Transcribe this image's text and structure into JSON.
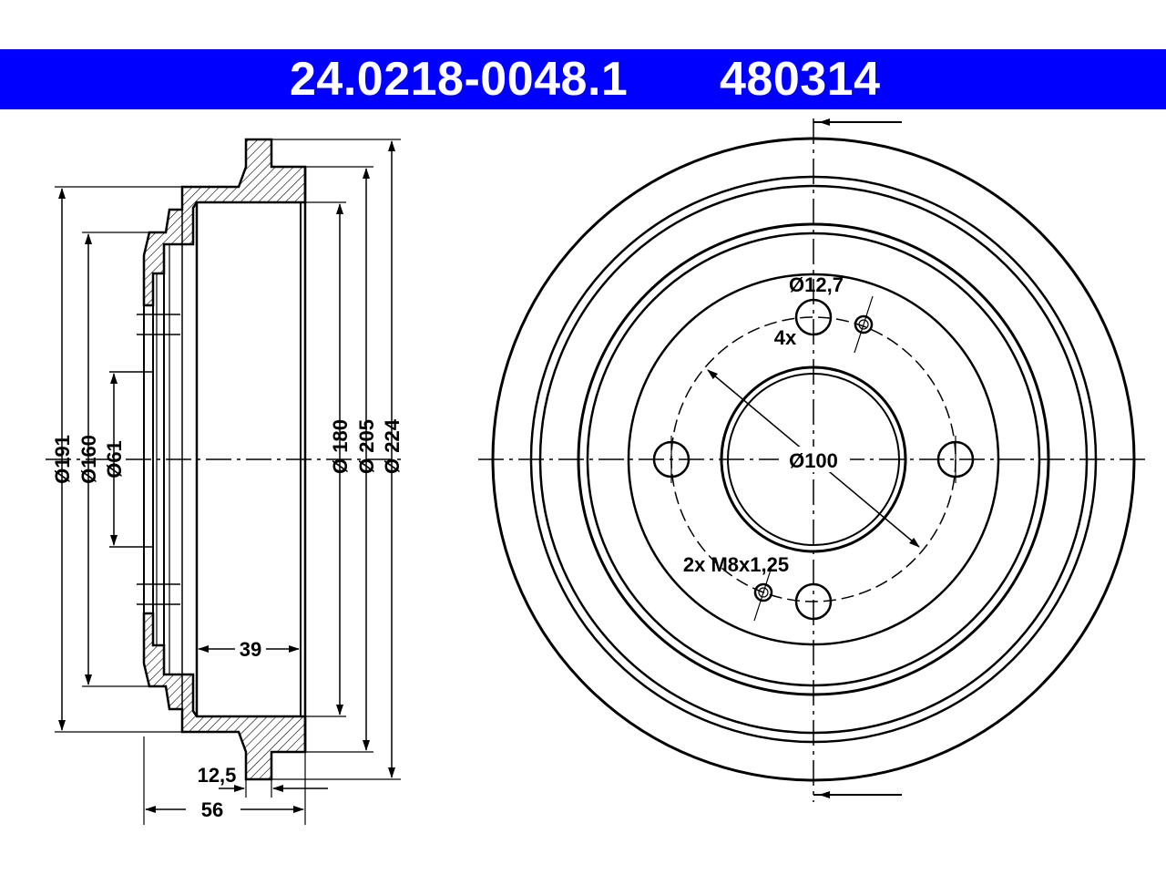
{
  "header": {
    "part_number": "24.0218-0048.1",
    "ref_number": "480314",
    "background": "#0000ff",
    "text_color": "#ffffff"
  },
  "side_view": {
    "dia_191": "Ø191",
    "dia_160": "Ø160",
    "dia_61": "Ø61",
    "dia_180": "Ø 180",
    "dia_205": "Ø 205",
    "dia_224": "Ø 224",
    "width_39": "39",
    "width_12_5": "12,5",
    "width_56": "56"
  },
  "front_view": {
    "hole_dia": "Ø12,7",
    "hole_count": "4x",
    "pcd": "Ø100",
    "thread": "2x M8x1,25"
  }
}
